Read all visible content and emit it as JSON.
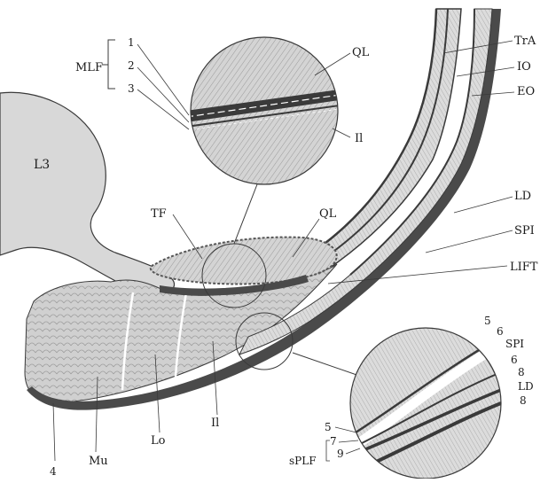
{
  "labels": {
    "mlf": "MLF",
    "mlf_1": "1",
    "mlf_2": "2",
    "mlf_3": "3",
    "ql_top": "QL",
    "il_top": "Il",
    "tra": "TrA",
    "io": "IO",
    "eo": "EO",
    "l3": "L3",
    "tf": "TF",
    "ql_mid": "QL",
    "ld": "LD",
    "spi": "SPI",
    "lift": "LIFT",
    "mu": "Mu",
    "lo": "Lo",
    "il_bottom": "Il",
    "four": "4",
    "br_5a": "5",
    "br_6a": "6",
    "br_spi": "SPI",
    "br_6b": "6",
    "br_8a": "8",
    "br_ld": "LD",
    "br_8b": "8",
    "bl_5": "5",
    "bl_7": "7",
    "bl_9": "9",
    "splf": "sPLF"
  },
  "colors": {
    "fill_light": "#d8d8d8",
    "fill_mid": "#c4c4c4",
    "line_dark": "#3a3a3a",
    "band_dark": "#4a4a4a",
    "background": "#ffffff"
  }
}
